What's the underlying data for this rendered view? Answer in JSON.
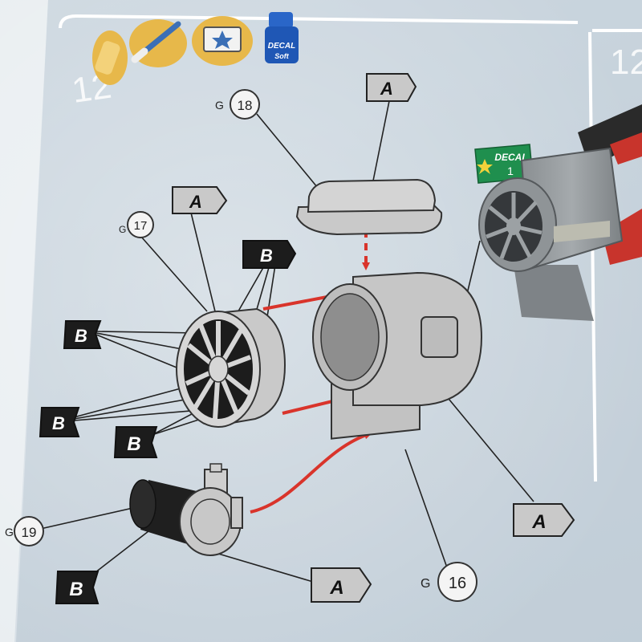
{
  "step": {
    "number": "12",
    "next_number": "12"
  },
  "tool_icons": [
    {
      "name": "glue-icon"
    },
    {
      "name": "paintbrush-icon"
    },
    {
      "name": "decal-sheet-icon"
    },
    {
      "name": "decal-soft-bottle-icon",
      "text_top": "DECAL",
      "text_bottom": "Soft"
    }
  ],
  "parts": {
    "p18": {
      "sprue": "G",
      "number": "18"
    },
    "p17": {
      "sprue": "G",
      "number": "17"
    },
    "p19": {
      "sprue": "G",
      "number": "19"
    },
    "p16": {
      "sprue": "G",
      "number": "16"
    }
  },
  "paint_flags": {
    "a": "A",
    "b": "B"
  },
  "decal_tag": {
    "text": "DECAL",
    "number": "1"
  },
  "colors": {
    "paint_a": "#c9c9c9",
    "paint_b": "#1c1c1c",
    "arrow": "#d9342b",
    "decal_green": "#1f8f4e"
  }
}
